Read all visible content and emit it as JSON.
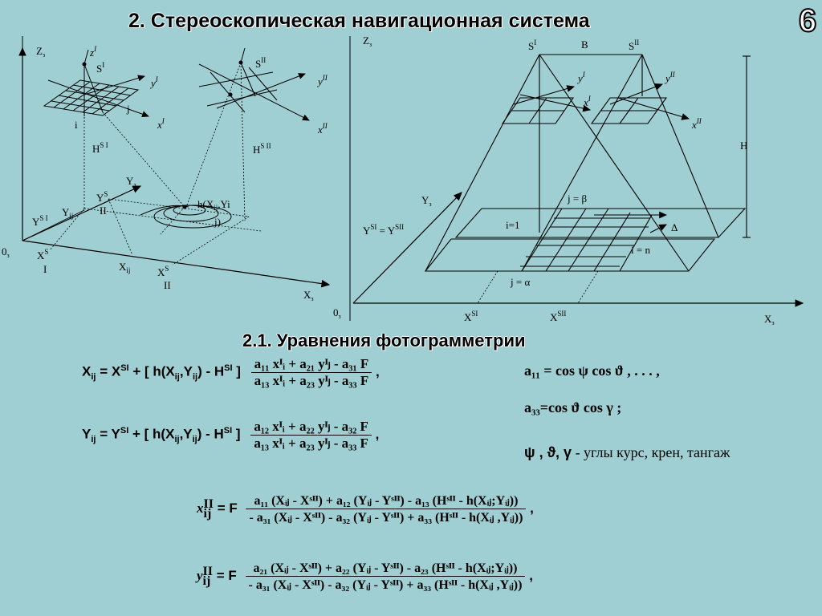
{
  "slide": {
    "title": "2. Стереоскопическая навигационная система",
    "number": "6",
    "subtitle": "2.1. Уравнения фотограмметрии"
  },
  "left_diagram": {
    "z_axis": "Z",
    "z_sub": "з",
    "origin": "0",
    "origin_sub": "з",
    "x_axis": "X",
    "x_sub": "з",
    "y_axis": "Y",
    "y_sub": "з",
    "zI": "z",
    "zI_sup": "I",
    "S1": "S",
    "S1_sup": "I",
    "S2": "S",
    "S2_sup": "II",
    "y1": "y",
    "y1_sup": "I",
    "y2": "y",
    "y2_sup": "II",
    "x1": "x",
    "x1_sup": "I",
    "x2": "x",
    "x2_sup": "II",
    "j": "j",
    "i": "i",
    "HS1": "H",
    "HS1_sup": "S I",
    "HS2": "H",
    "HS2_sup": "S II",
    "YSII": "Y",
    "YSII_sup": "S",
    "YSII_sub": "II",
    "YSI": "Y",
    "YSI_sup": "S I",
    "Yij": "Y",
    "Yij_sub": "ij",
    "XSI": "X",
    "XSI_sup": "S",
    "XSI_sub": "I",
    "Xij": "X",
    "Xij_sub": "ij",
    "XSII": "X",
    "XSII_sup": "S",
    "XSII_sub": "II",
    "h_label_1": "h(X",
    "h_label_sub": "ij",
    "h_label_2": ",Yi",
    "h_label_3": "j)"
  },
  "right_diagram": {
    "z_axis": "Z",
    "z_sub": "з",
    "origin": "0",
    "origin_sub": "з",
    "x_axis": "X",
    "x_sub": "з",
    "y_axis": "Y",
    "y_sub": "з",
    "S1": "S",
    "S1_sup": "I",
    "B": "B",
    "S2": "S",
    "S2_sup": "II",
    "y1": "y",
    "y1_sup": "I",
    "y2": "y",
    "y2_sup": "II",
    "x1": "x",
    "x1_sup": "I",
    "x2": "x",
    "x2_sup": "II",
    "H": "H",
    "YSI_eq_1": "Y",
    "YSI_eq_sup1": "SI",
    "YSI_eq_2": " = Y",
    "YSI_eq_sup2": "SII",
    "j_beta": "j = β",
    "i_1": "i=1",
    "delta": "Δ",
    "i_n": "i = n",
    "j_alpha": "j = α",
    "XSI": "X",
    "XSI_sup": "SI",
    "XSII": "X",
    "XSII_sup": "SII"
  },
  "equations": {
    "eq1_lhs": "X",
    "eq1_lhs_sub": "ij",
    "eq1_mid": " = X",
    "eq1_mid_sup": "SI",
    "eq1_bracket": " + [ h(X",
    "eq1_bracket_sub1": "ij",
    "eq1_bracket2": ",Y",
    "eq1_bracket_sub2": "ij",
    "eq1_bracket3": ") - H",
    "eq1_bracket_sup": "SI",
    "eq1_close": " ]",
    "eq1_num": "a₁₁ xᴵᵢ + a₂₁ yᴵⱼ - a₃₁ F",
    "eq1_den": "a₁₃ xᴵᵢ + a₂₃ yᴵⱼ - a₃₃ F",
    "eq2_lhs": "Y",
    "eq2_lhs_sub": "ij",
    "eq2_mid": " = Y",
    "eq2_mid_sup": "SI",
    "eq2_bracket": " + [ h(X",
    "eq2_bracket_sub1": "ij",
    "eq2_bracket2": ",Y",
    "eq2_bracket_sub2": "ij",
    "eq2_bracket3": ") - H",
    "eq2_bracket_sup": "SI",
    "eq2_close": " ]",
    "eq2_num": "a₁₂ xᴵᵢ + a₂₂ yᴵⱼ - a₃₂ F",
    "eq2_den": "a₁₃ xᴵᵢ + a₂₃ yᴵⱼ - a₃₃ F",
    "comma": ",",
    "a11": "a₁₁ = cos ψ cos ϑ ,     . . . ,",
    "a33": "a₃₃=cos ϑ cos γ ;",
    "angles_symbols": "ψ , ϑ, γ",
    "angles_text": " - углы курс, крен, тангаж",
    "eq3_lhs": "x",
    "eq3_lhs_sup": "II",
    "eq3_lhs_sub": "ij",
    "eq3_eqF": " = F",
    "eq3_num": "a₁₁ (Xᵢⱼ - Xˢᴵᴵ) + a₁₂ (Yᵢⱼ - Yˢᴵᴵ) - a₁₃ (Hˢᴵᴵ - h(Xᵢⱼ;Yᵢⱼ))",
    "eq3_den": "- a₃₁ (Xᵢⱼ - Xˢᴵᴵ) - a₃₂ (Yᵢⱼ - Yˢᴵᴵ) + a₃₃ (Hˢᴵᴵ - h(Xᵢⱼ ,Yᵢⱼ))",
    "eq4_lhs": "y",
    "eq4_lhs_sup": "II",
    "eq4_lhs_sub": "ij",
    "eq4_eqF": " = F",
    "eq4_num": "a₂₁ (Xᵢⱼ - Xˢᴵᴵ) + a₂₂ (Yᵢⱼ - Yˢᴵᴵ) - a₂₃ (Hˢᴵᴵ - h(Xᵢⱼ;Yᵢⱼ))",
    "eq4_den": "- a₃₁ (Xᵢⱼ - Xˢᴵᴵ) - a₃₂ (Yᵢⱼ - Yˢᴵᴵ) + a₃₃ (Hˢᴵᴵ - h(Xᵢⱼ ,Yᵢⱼ))"
  }
}
